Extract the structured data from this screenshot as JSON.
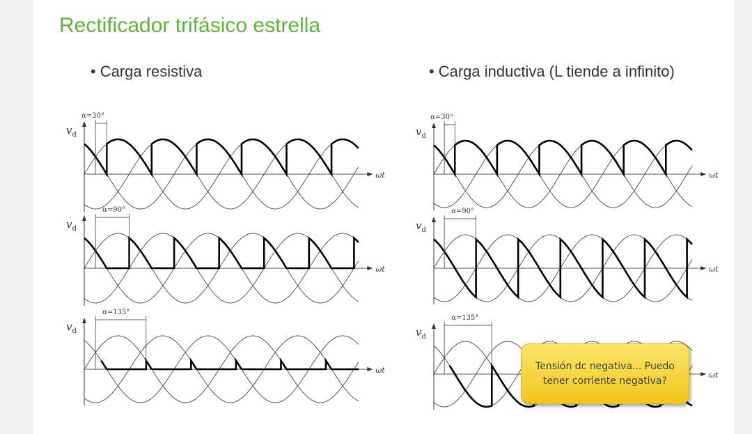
{
  "slide": {
    "title": "Rectificador trifásico estrella",
    "bullet_left": "Carga  resistiva",
    "bullet_right": "Carga inductiva (L tiende a infinito)",
    "bullet_symbol": "•"
  },
  "diagram_labels": {
    "vd": "v",
    "vd_sub": "d",
    "wt": "ωt"
  },
  "plots": [
    {
      "side": "left",
      "load": "resistive",
      "alpha": 30,
      "alpha_label": "α=30°"
    },
    {
      "side": "left",
      "load": "resistive",
      "alpha": 90,
      "alpha_label": "α=90°"
    },
    {
      "side": "left",
      "load": "resistive",
      "alpha": 135,
      "alpha_label": "α=135°"
    },
    {
      "side": "right",
      "load": "inductive",
      "alpha": 30,
      "alpha_label": "α=30°"
    },
    {
      "side": "right",
      "load": "inductive",
      "alpha": 90,
      "alpha_label": "α=90°"
    },
    {
      "side": "right",
      "load": "inductive",
      "alpha": 135,
      "alpha_label": "α=135°"
    }
  ],
  "callout": {
    "line1": "Tensión dc negativa... Puedo",
    "line2": "tener corriente negativa?"
  },
  "colors": {
    "title": "#5ab53a",
    "callout": "#f5cd2a"
  }
}
